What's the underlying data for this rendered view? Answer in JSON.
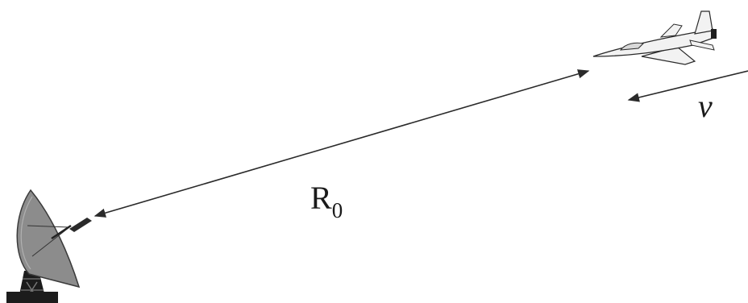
{
  "labels": {
    "range": {
      "main": "R",
      "subscript": "0"
    },
    "velocity": "v"
  },
  "icons": {
    "radar": "radar-dish-icon",
    "aircraft": "jet-aircraft-icon"
  },
  "colors": {
    "line": "#2a2a2a",
    "dish_fill": "#8c8c8c",
    "aircraft_fill": "#f2f2f2"
  }
}
